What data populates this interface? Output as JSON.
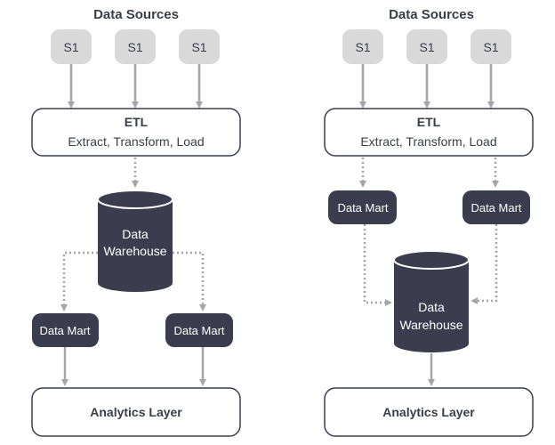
{
  "left": {
    "sources_title": "Data Sources",
    "sources": [
      "S1",
      "S1",
      "S1"
    ],
    "etl_title": "ETL",
    "etl_subtitle": "Extract, Transform, Load",
    "warehouse_line1": "Data",
    "warehouse_line2": "Warehouse",
    "marts": [
      "Data Mart",
      "Data Mart"
    ],
    "analytics": "Analytics Layer"
  },
  "right": {
    "sources_title": "Data Sources",
    "sources": [
      "S1",
      "S1",
      "S1"
    ],
    "etl_title": "ETL",
    "etl_subtitle": "Extract, Transform, Load",
    "marts": [
      "Data Mart",
      "Data Mart"
    ],
    "warehouse_line1": "Data",
    "warehouse_line2": "Warehouse",
    "analytics": "Analytics Layer"
  },
  "colors": {
    "dark": "#3b3d4f",
    "source_fill": "#d9d9d9",
    "arrow": "#a6a6a6",
    "text": "#3a3d48"
  }
}
